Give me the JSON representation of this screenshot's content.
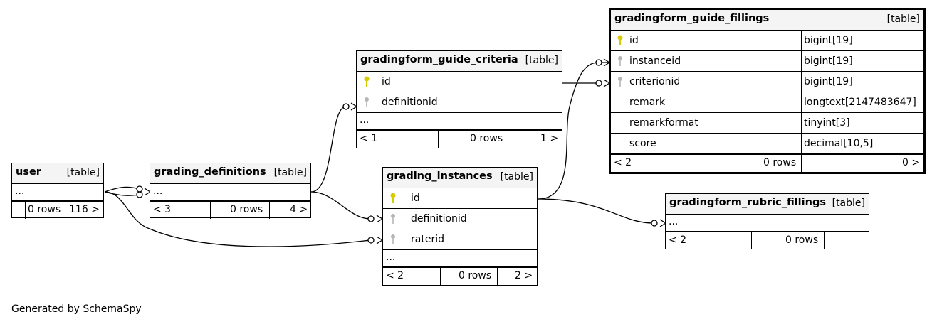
{
  "tables": [
    {
      "name": "user",
      "type": "[table]",
      "rows": [
        {
          "label": "..."
        }
      ],
      "footer": {
        "left": "",
        "mid": "0 rows",
        "right": "116 >"
      }
    },
    {
      "name": "grading_definitions",
      "type": "[table]",
      "rows": [
        {
          "label": "..."
        }
      ],
      "footer": {
        "left": "< 3",
        "mid": "0 rows",
        "right": "4 >"
      }
    },
    {
      "name": "gradingform_guide_criteria",
      "type": "[table]",
      "rows": [
        {
          "label": "id",
          "key": "primary"
        },
        {
          "label": "definitionid",
          "key": "foreign"
        },
        {
          "label": "..."
        }
      ],
      "footer": {
        "left": "< 1",
        "mid": "0 rows",
        "right": "1 >"
      }
    },
    {
      "name": "grading_instances",
      "type": "[table]",
      "rows": [
        {
          "label": "id",
          "key": "primary"
        },
        {
          "label": "definitionid",
          "key": "foreign"
        },
        {
          "label": "raterid",
          "key": "foreign"
        },
        {
          "label": "..."
        }
      ],
      "footer": {
        "left": "< 2",
        "mid": "0 rows",
        "right": "2 >"
      }
    },
    {
      "name": "gradingform_guide_fillings",
      "type": "[table]",
      "rows": [
        {
          "label": "id",
          "key": "primary",
          "dtype": "bigint[19]"
        },
        {
          "label": "instanceid",
          "key": "foreign",
          "dtype": "bigint[19]"
        },
        {
          "label": "criterionid",
          "key": "foreign",
          "dtype": "bigint[19]"
        },
        {
          "label": "remark",
          "dtype": "longtext[2147483647]"
        },
        {
          "label": "remarkformat",
          "dtype": "tinyint[3]"
        },
        {
          "label": "score",
          "dtype": "decimal[10,5]"
        }
      ],
      "footer": {
        "left": "< 2",
        "mid": "0 rows",
        "right": "0 >"
      }
    },
    {
      "name": "gradingform_rubric_fillings",
      "type": "[table]",
      "rows": [
        {
          "label": "..."
        }
      ],
      "footer": {
        "left": "< 2",
        "mid": "0 rows",
        "right": ""
      }
    }
  ],
  "relationships": [
    {
      "from": "grading_definitions",
      "to": "user"
    },
    {
      "from": "gradingform_guide_criteria",
      "to": "grading_definitions"
    },
    {
      "from": "grading_instances.definitionid",
      "to": "grading_definitions"
    },
    {
      "from": "grading_instances.raterid",
      "to": "user"
    },
    {
      "from": "gradingform_guide_fillings.instanceid",
      "to": "grading_instances"
    },
    {
      "from": "gradingform_guide_fillings.criterionid",
      "to": "gradingform_guide_criteria"
    },
    {
      "from": "gradingform_rubric_fillings",
      "to": "grading_instances"
    }
  ],
  "colors": {
    "primary_key": "#d7cc00",
    "foreign_key": "#b5b5b5",
    "header_bg": "#f4f4f4"
  },
  "footer_text": "Generated by SchemaSpy"
}
